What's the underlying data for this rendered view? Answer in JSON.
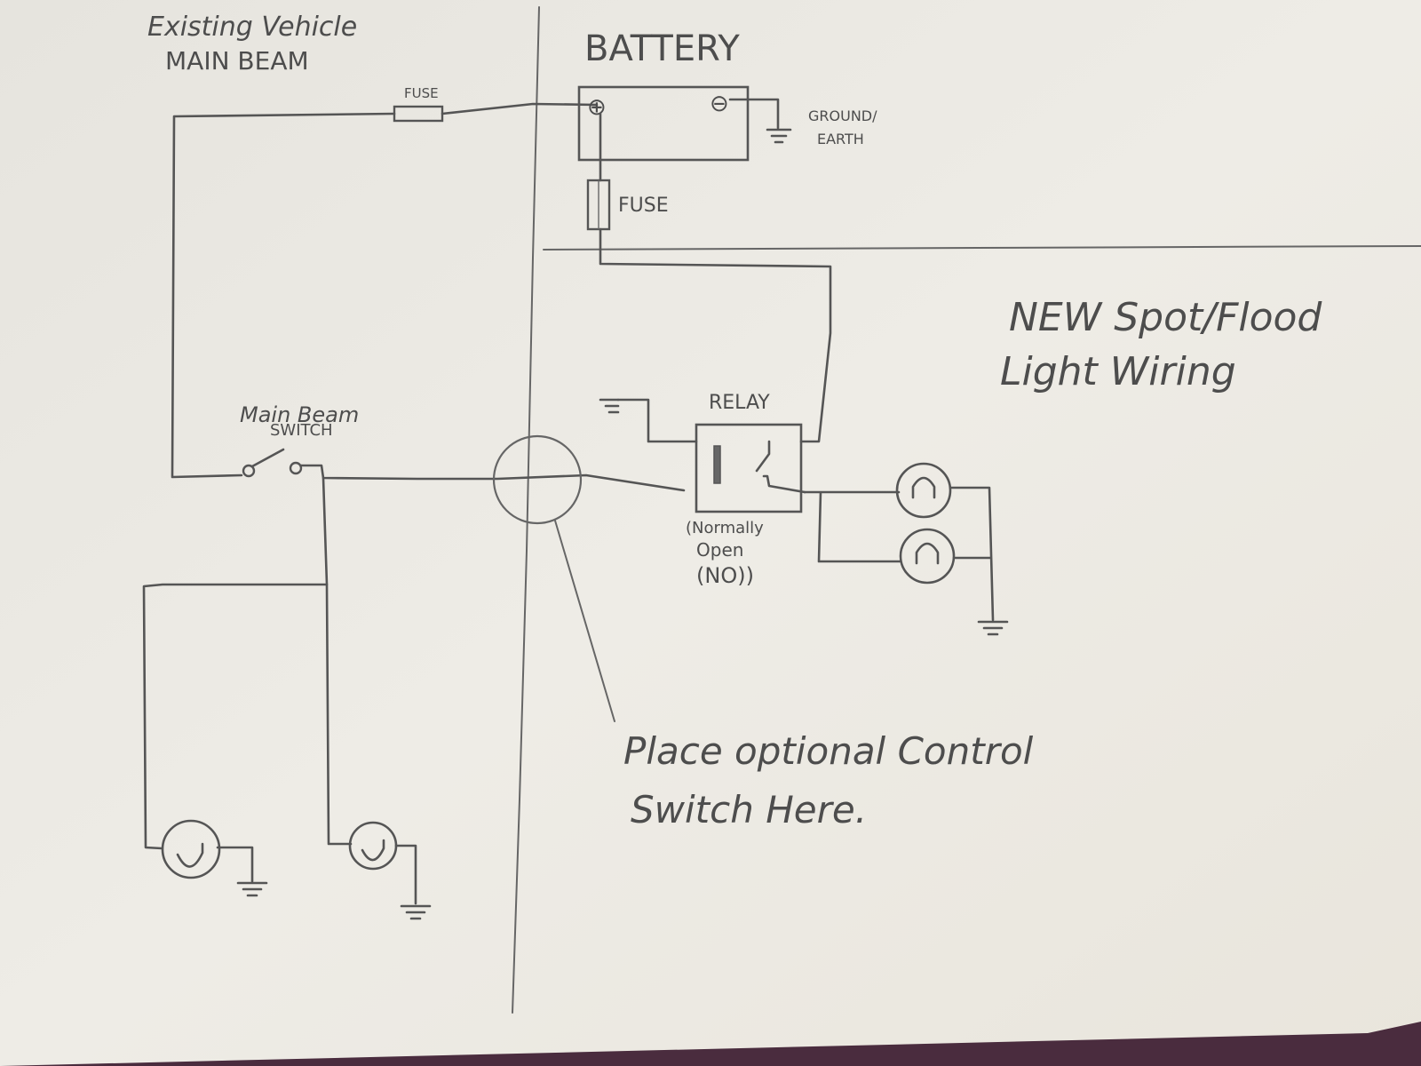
{
  "existing_section": {
    "title_line1": "Existing Vehicle",
    "title_line2": "MAIN BEAM",
    "fuse_label": "FUSE",
    "switch_label_line1": "Main Beam",
    "switch_label_line2": "SWITCH"
  },
  "battery_section": {
    "title": "BATTERY",
    "positive_terminal": "⊕",
    "negative_terminal": "⊖",
    "ground_label_line1": "GROUND/",
    "ground_label_line2": "EARTH",
    "fuse_label": "FUSE"
  },
  "new_section": {
    "title_line1": "NEW Spot/Flood",
    "title_line2": "Light Wiring",
    "relay_label": "RELAY",
    "relay_note_line1": "(Normally",
    "relay_note_line2": "Open",
    "relay_note_line3": "(NO))",
    "control_note_line1": "Place optional Control",
    "control_note_line2": "Switch Here."
  },
  "colors": {
    "paper": "#ece9e2",
    "pencil": "#555555",
    "background_edge": "#4a2c3e"
  }
}
